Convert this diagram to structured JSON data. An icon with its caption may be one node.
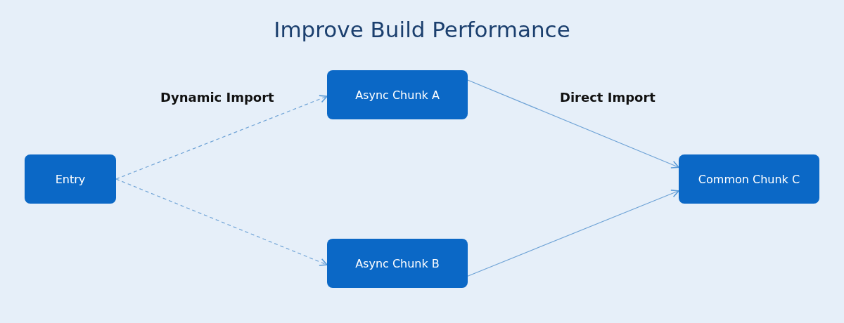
{
  "diagram": {
    "title": "Improve Build Performance",
    "nodes": [
      {
        "text": [
          "Entry"
        ]
      },
      {
        "text": [
          "Async Chunk A"
        ]
      },
      {
        "text": [
          "Async Chunk B"
        ]
      },
      {
        "text": [
          "Common Chunk C"
        ]
      }
    ],
    "edges": [
      {
        "from": 0,
        "to": 1,
        "arrow": "to",
        "style": "dashed"
      },
      {
        "from": 0,
        "to": 2,
        "arrow": "to",
        "style": "dashed"
      },
      {
        "from": 1,
        "to": 3,
        "arrow": "to"
      },
      {
        "from": 2,
        "to": 3,
        "arrow": "to"
      }
    ],
    "labels": [
      "Dynamic Import",
      "Direct Import"
    ]
  }
}
